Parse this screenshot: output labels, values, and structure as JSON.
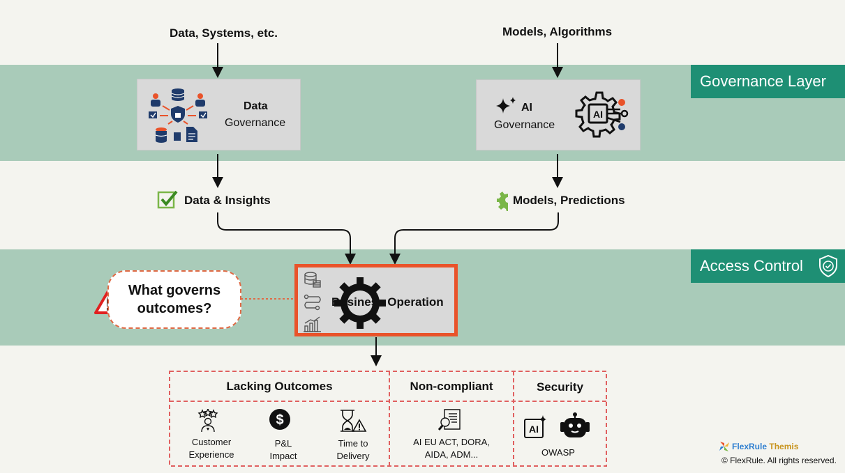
{
  "inputs": {
    "data_input": "Data, Systems, etc.",
    "models_input": "Models, Algorithms"
  },
  "layers": {
    "governance_layer": "Governance Layer",
    "access_control": "Access Control"
  },
  "data_governance": {
    "title": "Data",
    "subtitle": "Governance"
  },
  "ai_governance": {
    "title": "AI",
    "subtitle": "Governance",
    "chip_label": "AI"
  },
  "outputs": {
    "data_insights": "Data & Insights",
    "models_predictions": "Models, Predictions"
  },
  "business_operation": {
    "label": "Business Operation"
  },
  "callout": {
    "line1": "What governs",
    "line2": "outcomes?"
  },
  "outcomes": {
    "lacking": {
      "header": "Lacking Outcomes",
      "items": [
        {
          "line1": "Customer",
          "line2": "Experience",
          "icon": "customer-experience-icon"
        },
        {
          "line1": "P&L",
          "line2": "Impact",
          "icon": "dollar-icon"
        },
        {
          "line1": "Time to",
          "line2": "Delivery",
          "icon": "hourglass-warning-icon"
        }
      ]
    },
    "noncompliant": {
      "header": "Non-compliant",
      "line1": "AI EU ACT, DORA,",
      "line2": "AIDA, ADM..."
    },
    "security": {
      "header": "Security",
      "item": "OWASP",
      "chip_label": "AI"
    }
  },
  "footer": {
    "brand_a": "FlexRule",
    "brand_b": "Themis",
    "copyright": "© FlexRule. All rights reserved."
  },
  "colors": {
    "band": "#a9cbb9",
    "label_bg": "#1e8f74",
    "accent_orange": "#e9532a",
    "navy": "#1f3b6b",
    "dashed_red": "#e06060"
  }
}
